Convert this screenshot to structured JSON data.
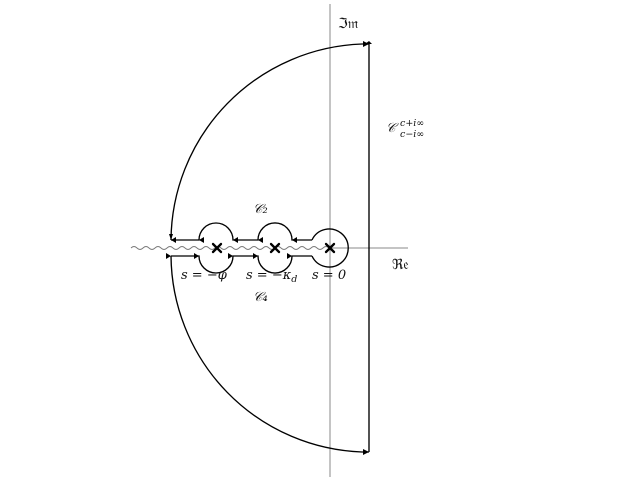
{
  "axes": {
    "imag_label": "ℑ𝔪",
    "real_label": "ℜ𝔢"
  },
  "contours": {
    "bromwich": {
      "symbol": "𝒞",
      "superscript": "c+i∞",
      "subscript": "c−i∞"
    },
    "upper_label": "𝒞₂",
    "lower_label": "𝒞₄"
  },
  "poles": [
    {
      "label": "s = −φ"
    },
    {
      "label": "s = −κ",
      "sub": "d"
    },
    {
      "label": "s = 0"
    }
  ],
  "colors": {
    "contour": "#000000",
    "axis": "#8a8a8a",
    "branch_cut": "#777777"
  }
}
